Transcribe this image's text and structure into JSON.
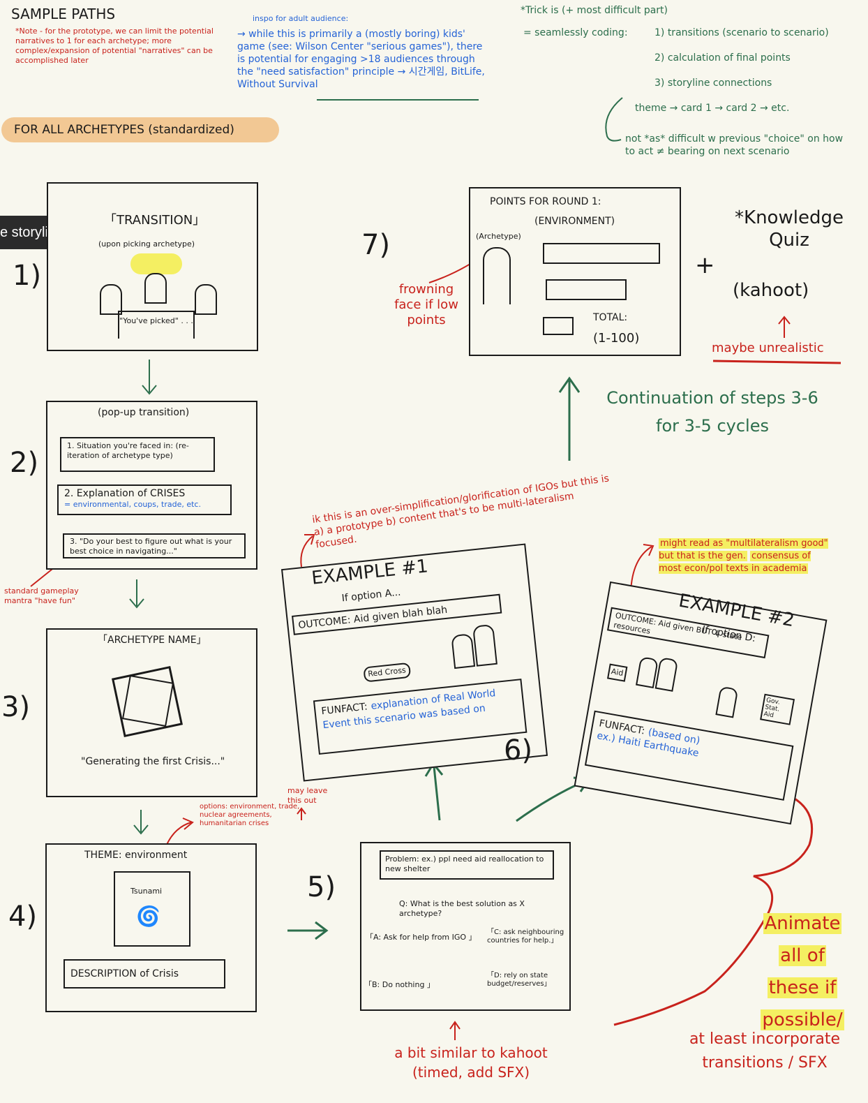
{
  "header": {
    "title": "SAMPLE PATHS",
    "note": "*Note - for the prototype, we can limit the potential narratives to 1 for each archetype; more complex/expansion of potential \"narratives\" can be accomplished later",
    "inspo_title": "inspo for adult audience:",
    "inspo_body": "→ while this is primarily a (mostly boring) kids' game (see: Wilson Center \"serious games\"), there is potential for engaging >18 audiences through the \"need satisfaction\" principle → 시간게임, BitLife, Without Survival",
    "trick_title": "*Trick is (+ most difficult part)",
    "trick_lead": "= seamlessly coding:",
    "trick_items": [
      "1) transitions (scenario to scenario)",
      "2) calculation of final points",
      "3) storyline connections"
    ],
    "trick_flow": "theme → card 1 → card 2 → etc.",
    "trick_note": "not *as* difficult w previous \"choice\" on how to act ≠ bearing on next scenario"
  },
  "tooltip": "e storyline",
  "section_pill": "FOR ALL ARCHETYPES (standardized)",
  "steps": {
    "s1": {
      "num": "1)",
      "title": "「TRANSITION」",
      "sub": "(upon picking archetype)",
      "caption": "\"You've picked\" . . ."
    },
    "s2": {
      "num": "2)",
      "title": "(pop-up transition)",
      "item1": "1. Situation you're faced in: (re-iteration of archetype type)",
      "item2a": "2. Explanation of CRISES",
      "item2b": "= environmental, coups, trade, etc.",
      "item3": "3. \"Do your best to figure out what is your best choice in navigating...\"",
      "note": "standard gameplay mantra \"have fun\""
    },
    "s3": {
      "num": "3)",
      "title": "「ARCHETYPE NAME」",
      "caption": "\"Generating the first Crisis...\""
    },
    "s4": {
      "num": "4)",
      "title": "THEME: environment",
      "card": "Tsunami",
      "desc": "DESCRIPTION of Crisis",
      "options": "options: environment, trade, nuclear agreements, humanitarian crises",
      "options_hl": "nuclear agreements, humanitarian crises",
      "leave": "may leave this out"
    },
    "s5": {
      "num": "5)",
      "problem": "Problem: ex.) ppl need aid reallocation to new shelter",
      "question": "Q: What is the best solution as X archetype?",
      "a": "「A: Ask for help from IGO 」",
      "b": "「B: Do nothing 」",
      "c": "「C: ask neighbouring countries for help.」",
      "d": "「D: rely on state budget/reserves」",
      "note": "a bit similar to kahoot (timed, add SFX)"
    },
    "s6": {
      "num": "6)"
    },
    "s7": {
      "num": "7)",
      "title": "POINTS FOR ROUND 1:",
      "sub": "(ENVIRONMENT)",
      "archetype": "(Archetype)",
      "total": "TOTAL:",
      "range": "(1-100)",
      "frown": "frowning face if low points"
    }
  },
  "quiz": {
    "plus": "+",
    "title": "*Knowledge Quiz",
    "sub": "(kahoot)",
    "note": "maybe unrealistic"
  },
  "continuation": "Continuation of steps 3-6 for 3-5 cycles",
  "ex1": {
    "heading": "EXAMPLE #1",
    "note": "ik this is an over-simplification/glorification of IGOs but this is a) a prototype b) content that's to be multi-lateralism focused.",
    "if": "If option A...",
    "outcome": "OUTCOME: Aid given blah blah",
    "label": "Red Cross",
    "funfact_label": "FUNFACT:",
    "funfact": "explanation of Real World Event this scenario was based on"
  },
  "ex2": {
    "heading": "EXAMPLE #2",
    "note1": "might read as \"multilateralism good\" but that is the gen.",
    "note2": "consensus of most econ/pol texts in academia",
    "if": "If option D:",
    "outcome": "OUTCOME: Aid given BUT ↓ state resources",
    "aid": "Aid",
    "gov": "Gov. Stat. Aid",
    "funfact_label": "FUNFACT:",
    "funfact_blk": "(based on)",
    "funfact": "ex.) Haiti Earthquake"
  },
  "animate": {
    "line1": "Animate",
    "line2": "all of",
    "line3": "these if",
    "line4": "possible/",
    "line5": "at least incorporate",
    "line6": "transitions / SFX"
  }
}
